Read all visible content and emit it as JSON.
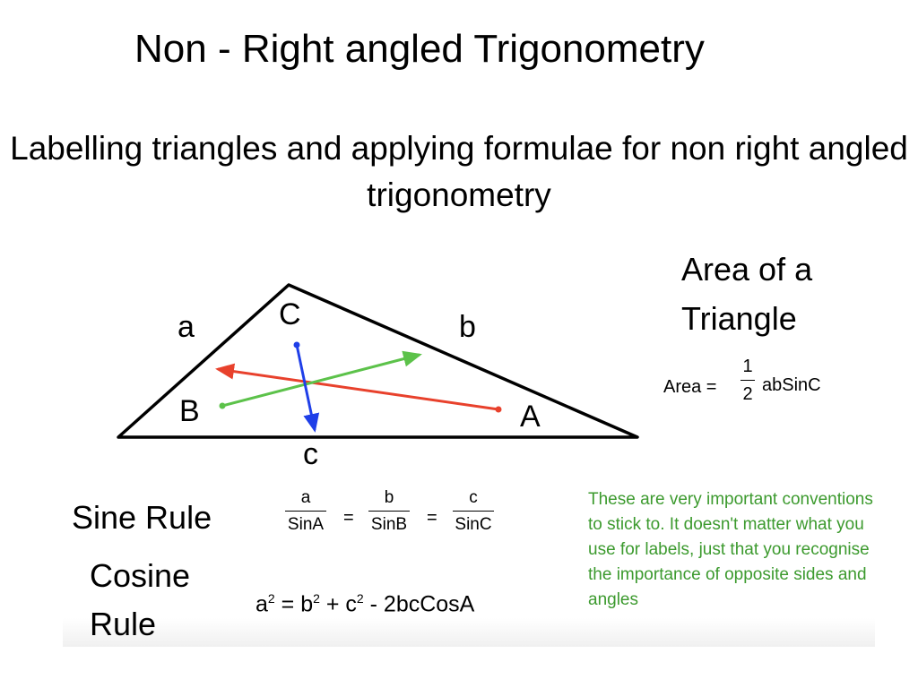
{
  "title": "Non - Right angled Trigonometry",
  "subtitle": "Labelling triangles and applying formulae for non right angled trigonometry",
  "diagram": {
    "vertices": {
      "A": "A",
      "B": "B",
      "C": "C"
    },
    "sides": {
      "a": "a",
      "b": "b",
      "c": "c"
    },
    "colors": {
      "outline": "#000000",
      "a_arrow": "#e8412c",
      "b_arrow": "#5cc24a",
      "c_arrow": "#1f3fe8"
    }
  },
  "area": {
    "heading_line1": "Area of a",
    "heading_line2": "Triangle",
    "lhs": "Area =",
    "num": "1",
    "den": "2",
    "rhs": "abSinC"
  },
  "sine_rule": {
    "label": "Sine Rule",
    "fracs": [
      {
        "num": "a",
        "den": "SinA"
      },
      {
        "num": "b",
        "den": "SinB"
      },
      {
        "num": "c",
        "den": "SinC"
      }
    ],
    "eq": "="
  },
  "cosine_rule": {
    "label_line1": "Cosine",
    "label_line2": "Rule",
    "parts": [
      "a",
      "2",
      " = b",
      "2",
      " + c",
      "2",
      " - 2bcCosA"
    ]
  },
  "note": "These are very important conventions to stick to. It doesn't matter what you use for labels, just that you recognise the importance of opposite sides and angles"
}
